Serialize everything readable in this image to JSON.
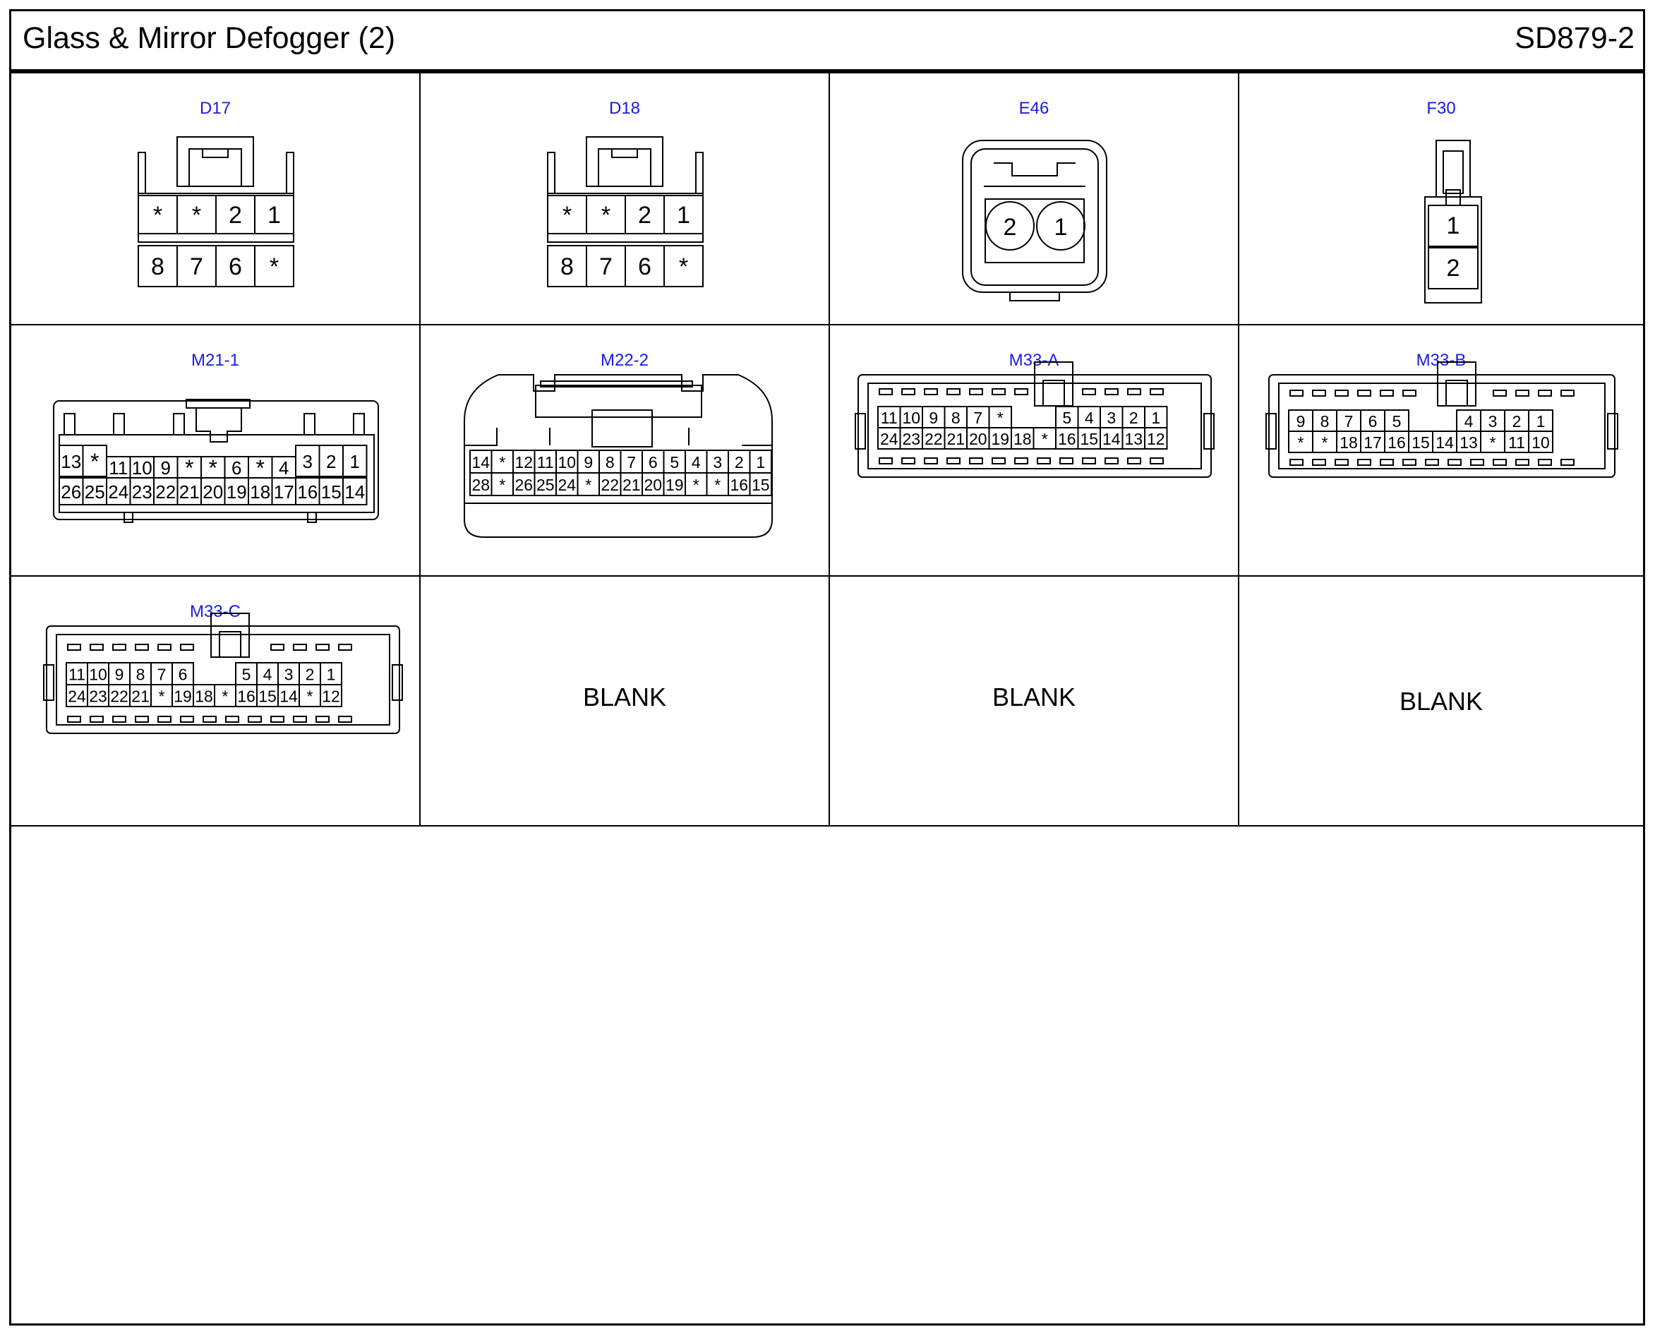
{
  "header": {
    "title": "Glass & Mirror Defogger (2)",
    "code": "SD879-2"
  },
  "connectors": {
    "d17": {
      "label": "D17",
      "top": [
        "*",
        "*",
        "2",
        "1"
      ],
      "bottom": [
        "8",
        "7",
        "6",
        "*"
      ]
    },
    "d18": {
      "label": "D18",
      "top": [
        "*",
        "*",
        "2",
        "1"
      ],
      "bottom": [
        "8",
        "7",
        "6",
        "*"
      ]
    },
    "e46": {
      "label": "E46",
      "pins": [
        "2",
        "1"
      ]
    },
    "f30": {
      "label": "F30",
      "pins": [
        "1",
        "2"
      ]
    },
    "m21": {
      "label": "M21-1",
      "top": [
        "13",
        "*",
        "11",
        "10",
        "9",
        "*",
        "*",
        "6",
        "*",
        "4",
        "3",
        "2",
        "1"
      ],
      "bottom": [
        "26",
        "25",
        "24",
        "23",
        "22",
        "21",
        "20",
        "19",
        "18",
        "17",
        "16",
        "15",
        "14"
      ]
    },
    "m22": {
      "label": "M22-2",
      "top": [
        "14",
        "*",
        "12",
        "11",
        "10",
        "9",
        "8",
        "7",
        "6",
        "5",
        "4",
        "3",
        "2",
        "1"
      ],
      "bottom": [
        "28",
        "*",
        "26",
        "25",
        "24",
        "*",
        "22",
        "21",
        "20",
        "19",
        "*",
        "*",
        "16",
        "15"
      ]
    },
    "m33a": {
      "label": "M33-A",
      "top": [
        "11",
        "10",
        "9",
        "8",
        "7",
        "*",
        "",
        "",
        "5",
        "4",
        "3",
        "2",
        "1"
      ],
      "bottom": [
        "24",
        "23",
        "22",
        "21",
        "20",
        "19",
        "18",
        "*",
        "16",
        "15",
        "14",
        "13",
        "12"
      ]
    },
    "m33b": {
      "label": "M33-B",
      "top": [
        "9",
        "8",
        "7",
        "6",
        "5",
        "",
        "",
        "4",
        "3",
        "2",
        "1"
      ],
      "bottom": [
        "*",
        "*",
        "18",
        "17",
        "16",
        "15",
        "14",
        "13",
        "*",
        "11",
        "10"
      ]
    },
    "m33c": {
      "label": "M33-C",
      "top": [
        "11",
        "10",
        "9",
        "8",
        "7",
        "6",
        "",
        "",
        "5",
        "4",
        "3",
        "2",
        "1"
      ],
      "bottom": [
        "24",
        "23",
        "22",
        "21",
        "*",
        "19",
        "18",
        "*",
        "16",
        "15",
        "14",
        "*",
        "12"
      ]
    }
  },
  "blanks": {
    "b1": "BLANK",
    "b2": "BLANK",
    "b3": "BLANK"
  }
}
